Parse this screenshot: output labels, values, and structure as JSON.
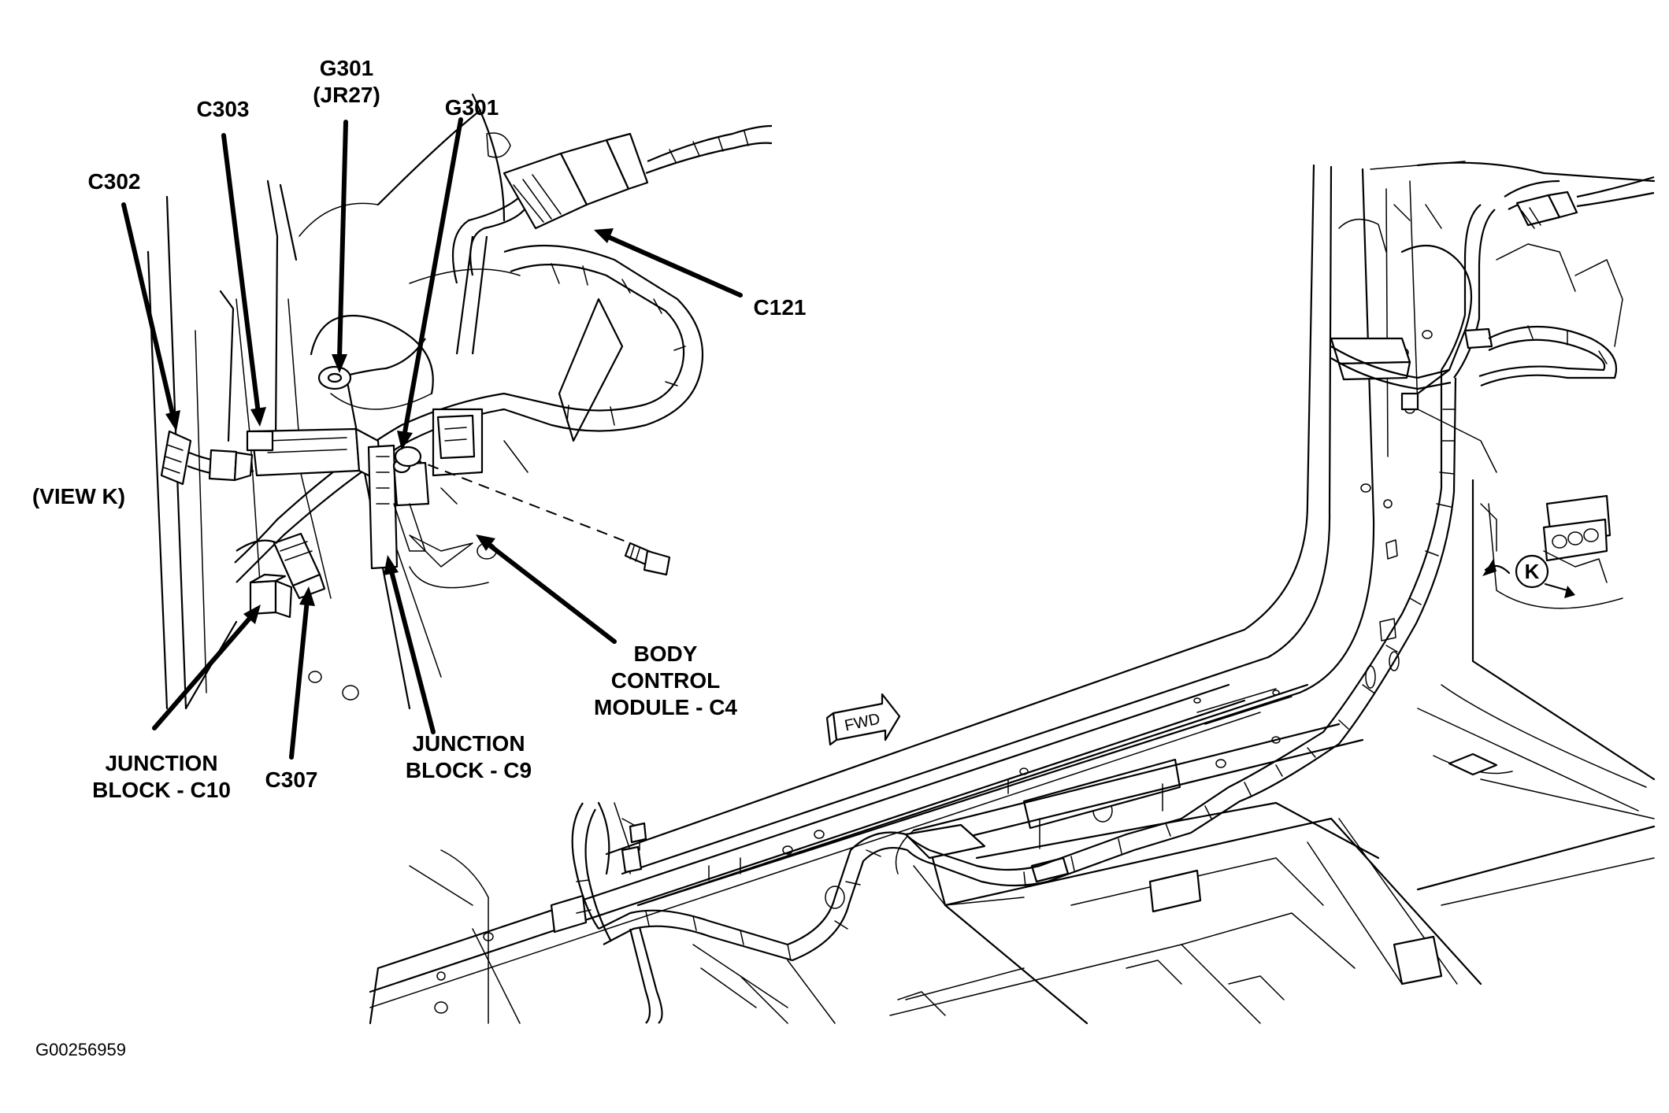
{
  "view_title": "(VIEW K)",
  "callouts": {
    "g301_jr27_line1": "G301",
    "g301_jr27_line2": "(JR27)",
    "c303": "C303",
    "g301": "G301",
    "c302": "C302",
    "c121": "C121",
    "bcm_line1": "BODY",
    "bcm_line2": "CONTROL",
    "bcm_line3": "MODULE - C4",
    "jb_c9_line1": "JUNCTION",
    "jb_c9_line2": "BLOCK - C9",
    "jb_c10_line1": "JUNCTION",
    "jb_c10_line2": "BLOCK - C10",
    "c307": "C307"
  },
  "view_marker": "K",
  "fwd_label": "FWD",
  "figure_code": "G00256959",
  "icons": [
    "view-k-marker-icon",
    "fwd-arrow-icon",
    "bolt-icon",
    "ground-eyelet-icon"
  ]
}
